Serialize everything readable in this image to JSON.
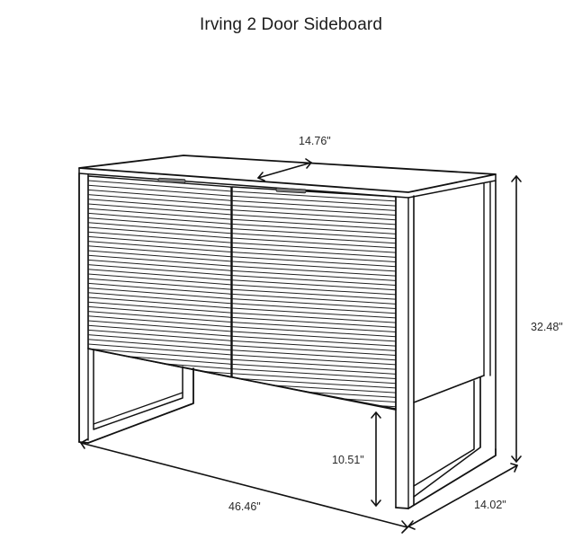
{
  "title": "Irving 2 Door Sideboard",
  "dimensions": {
    "depth_top": "14.76\"",
    "height": "32.48\"",
    "clearance": "10.51\"",
    "width": "46.46\"",
    "depth_base": "14.02\""
  },
  "colors": {
    "line": "#111111",
    "background": "#ffffff",
    "handle": "#7a7a7a"
  }
}
